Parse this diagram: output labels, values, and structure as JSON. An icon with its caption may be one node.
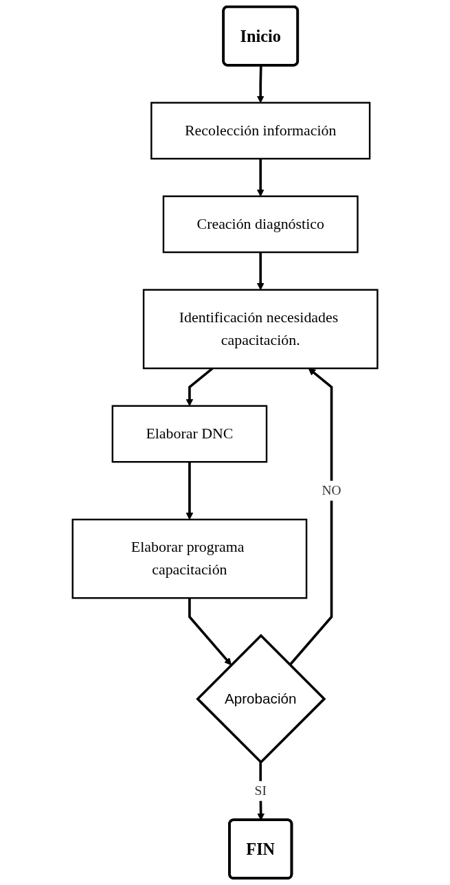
{
  "diagram": {
    "nodes": [
      {
        "text": [
          "Inicio"
        ]
      },
      {
        "text": [
          "Recolección información"
        ]
      },
      {
        "text": [
          "Creación diagnóstico"
        ]
      },
      {
        "text": [
          "Identificación necesidades capacitación."
        ]
      },
      {
        "text": [
          "Elaborar DNC"
        ]
      },
      {
        "text": [
          "Elaborar programa capacitación"
        ]
      },
      {
        "text": [
          "Aprobación"
        ]
      },
      {
        "text": [
          "FIN"
        ]
      }
    ],
    "edges": [
      {
        "from": 0,
        "to": 1,
        "arrow": "to"
      },
      {
        "from": 1,
        "to": 2,
        "arrow": "to"
      },
      {
        "from": 2,
        "to": 3,
        "arrow": "to"
      },
      {
        "from": 3,
        "to": 4,
        "arrow": "to"
      },
      {
        "from": 4,
        "to": 5,
        "arrow": "to"
      },
      {
        "from": 5,
        "to": 6,
        "arrow": "to"
      },
      {
        "from": 6,
        "to": 3,
        "arrow": "to",
        "label": "NO"
      },
      {
        "from": 6,
        "to": 7,
        "arrow": "to",
        "label": "SI"
      }
    ]
  }
}
